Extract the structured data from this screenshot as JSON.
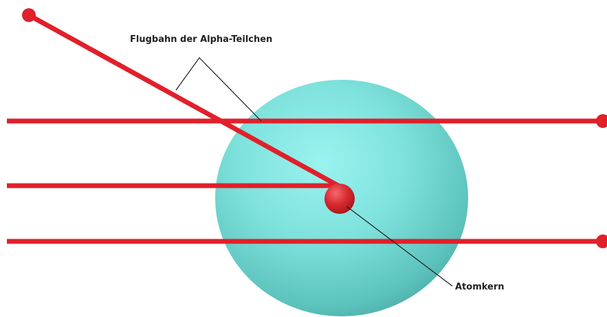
{
  "labels": {
    "trajectory": "Flugbahn der Alpha-Teilchen",
    "nucleus": "Atomkern"
  },
  "colors": {
    "particle_path": "#e0202a",
    "atom_light": "#8eeeea",
    "atom_mid": "#72d9d4",
    "atom_dark": "#4fb3ad",
    "nucleus_light": "#f2575b",
    "nucleus_dark": "#b8141c",
    "leader_line": "#1a1a1a",
    "text": "#222222"
  },
  "icons": {
    "atom": "atom-sphere",
    "nucleus": "nucleus-sphere",
    "particle": "alpha-particle-dot"
  }
}
